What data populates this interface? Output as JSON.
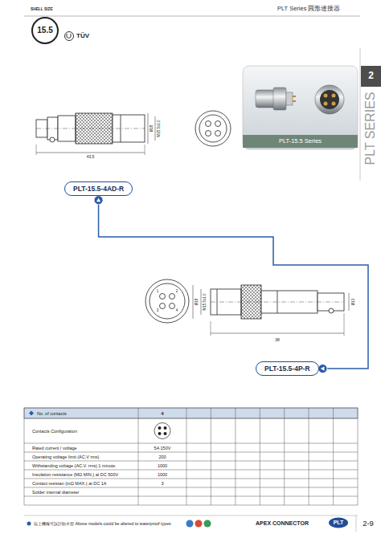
{
  "diagram": {
    "title": "PLT Series 圓形連接器",
    "nodes": [
      {
        "text": [
          "PLT-15.5-4AD-R"
        ]
      },
      {
        "text": [
          "PLT-15.5-4P-R"
        ]
      }
    ],
    "edges": [
      {
        "from": 0,
        "to": 1,
        "arrow": "both"
      }
    ],
    "labels": [
      "SHELL SIZE",
      "15.5",
      "TÜV",
      "2",
      "PLT SERIES",
      "PLT-15.5 Series",
      "43.5",
      "Ø18",
      "M15.5x1.0",
      "1",
      "2",
      "3",
      "4",
      "Ø18",
      "M15.5x1.0",
      "38",
      "Ø13",
      "No. of contacts",
      "4",
      "Contacts Configuration",
      "Rated current / voltage",
      "5A 150V",
      "Operating voltage limit (AC.V rms)",
      "200",
      "Withstanding voltage (AC.V. rms) 1 minute",
      "1000",
      "Insulation resistance (MΩ MIN.) at DC 500V",
      "1000",
      "Contact resistan (mΩ MAX.) at DC 1A",
      "3",
      "Solder internal diameter",
      "以上機種可設計防水型 Above models could be altered to waterproof types",
      "APEX CONNECTOR",
      "PLT",
      "2-9"
    ]
  }
}
